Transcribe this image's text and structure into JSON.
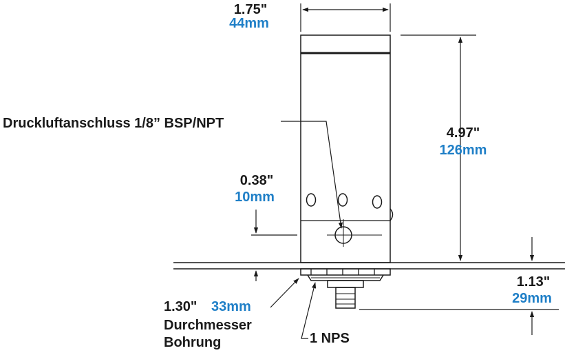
{
  "colors": {
    "dimension_black": "#1a1a1a",
    "metric_blue": "#1f7fc7"
  },
  "labels": {
    "width_in": "1.75\"",
    "width_mm": "44mm",
    "height_in": "4.97\"",
    "height_mm": "126mm",
    "air_port": "Druckluftanschluss 1/8” BSP/NPT",
    "port_offset_in": "0.38\"",
    "port_offset_mm": "10mm",
    "thread_depth_in": "1.13\"",
    "thread_depth_mm": "29mm",
    "bore_in": "1.30\"",
    "bore_mm": "33mm",
    "bore_word1": "Durchmesser",
    "bore_word2": "Bohrung",
    "thread": "1 NPS"
  }
}
